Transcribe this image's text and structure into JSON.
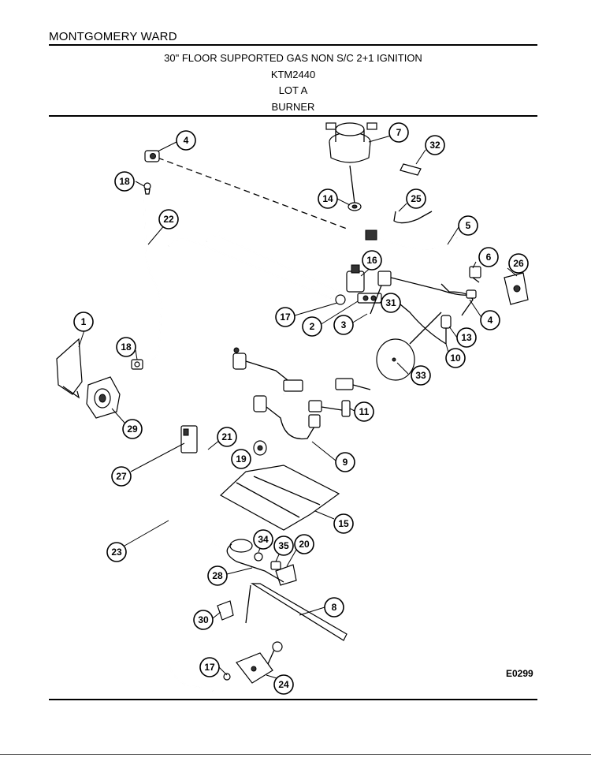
{
  "brand": "MONTGOMERY WARD",
  "header": {
    "line1": "30\" FLOOR SUPPORTED GAS NON S/C 2+1 IGNITION",
    "line2": "KTM2440",
    "line3": "LOT A",
    "line4": "BURNER"
  },
  "diagram_code": "E0299",
  "callouts": {
    "c1": "1",
    "c2": "2",
    "c3": "3",
    "c4a": "4",
    "c4b": "4",
    "c5": "5",
    "c6": "6",
    "c7": "7",
    "c8": "8",
    "c9": "9",
    "c10": "10",
    "c11": "11",
    "c13": "13",
    "c14": "14",
    "c15": "15",
    "c16": "16",
    "c17a": "17",
    "c17b": "17",
    "c18a": "18",
    "c18b": "18",
    "c19": "19",
    "c20": "20",
    "c21": "21",
    "c22": "22",
    "c23": "23",
    "c24": "24",
    "c25": "25",
    "c26": "26",
    "c27": "27",
    "c28": "28",
    "c29": "29",
    "c30": "30",
    "c31": "31",
    "c32": "32",
    "c33": "33",
    "c34": "34",
    "c35": "35"
  }
}
